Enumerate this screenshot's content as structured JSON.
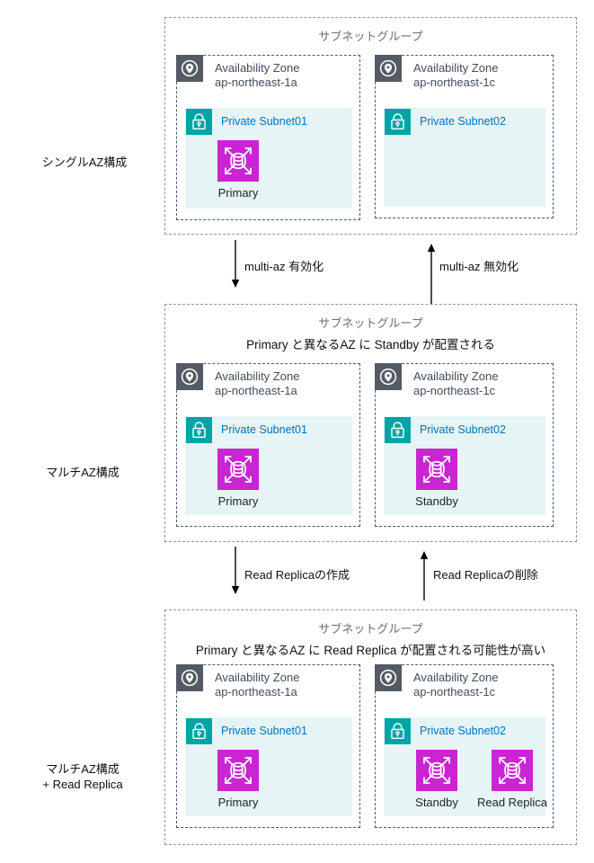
{
  "diagram_title": "RDS Multi-AZ configuration transitions",
  "colors": {
    "rds_icon": "#C925D1",
    "lock_icon": "#00A4A6",
    "az_icon": "#545B64",
    "subnet_fill": "#E6F4F6",
    "subnet_label_text": "#0073BB",
    "group_title_text": "#687078",
    "az_border": "#4E5A64",
    "group_border": "#8A97A0"
  },
  "row_labels": [
    {
      "line1": "シングルAZ構成",
      "line2": ""
    },
    {
      "line1": "マルチAZ構成",
      "line2": ""
    },
    {
      "line1": "マルチAZ構成",
      "line2": "+ Read Replica"
    }
  ],
  "sections": [
    {
      "title": "サブネットグループ",
      "note": "",
      "azs": [
        {
          "name": "Availability Zone",
          "zone": "ap-northeast-1a",
          "subnet": {
            "label": "Private Subnet01"
          },
          "instances": [
            {
              "label": "Primary"
            }
          ]
        },
        {
          "name": "Availability Zone",
          "zone": "ap-northeast-1c",
          "subnet": {
            "label": "Private Subnet02"
          },
          "instances": []
        }
      ]
    },
    {
      "title": "サブネットグループ",
      "note": "Primary と異なるAZ に Standby が配置される",
      "azs": [
        {
          "name": "Availability Zone",
          "zone": "ap-northeast-1a",
          "subnet": {
            "label": "Private Subnet01"
          },
          "instances": [
            {
              "label": "Primary"
            }
          ]
        },
        {
          "name": "Availability Zone",
          "zone": "ap-northeast-1c",
          "subnet": {
            "label": "Private Subnet02"
          },
          "instances": [
            {
              "label": "Standby"
            }
          ]
        }
      ]
    },
    {
      "title": "サブネットグループ",
      "note": "Primary と異なるAZ に Read Replica が配置される可能性が高い",
      "azs": [
        {
          "name": "Availability Zone",
          "zone": "ap-northeast-1a",
          "subnet": {
            "label": "Private Subnet01"
          },
          "instances": [
            {
              "label": "Primary"
            }
          ]
        },
        {
          "name": "Availability Zone",
          "zone": "ap-northeast-1c",
          "subnet": {
            "label": "Private Subnet02"
          },
          "instances": [
            {
              "label": "Standby"
            },
            {
              "label": "Read Replica"
            }
          ]
        }
      ]
    }
  ],
  "transitions": [
    {
      "down": "multi-az 有効化",
      "up": "multi-az 無効化"
    },
    {
      "down": "Read Replicaの作成",
      "up": "Read Replicaの削除"
    }
  ]
}
